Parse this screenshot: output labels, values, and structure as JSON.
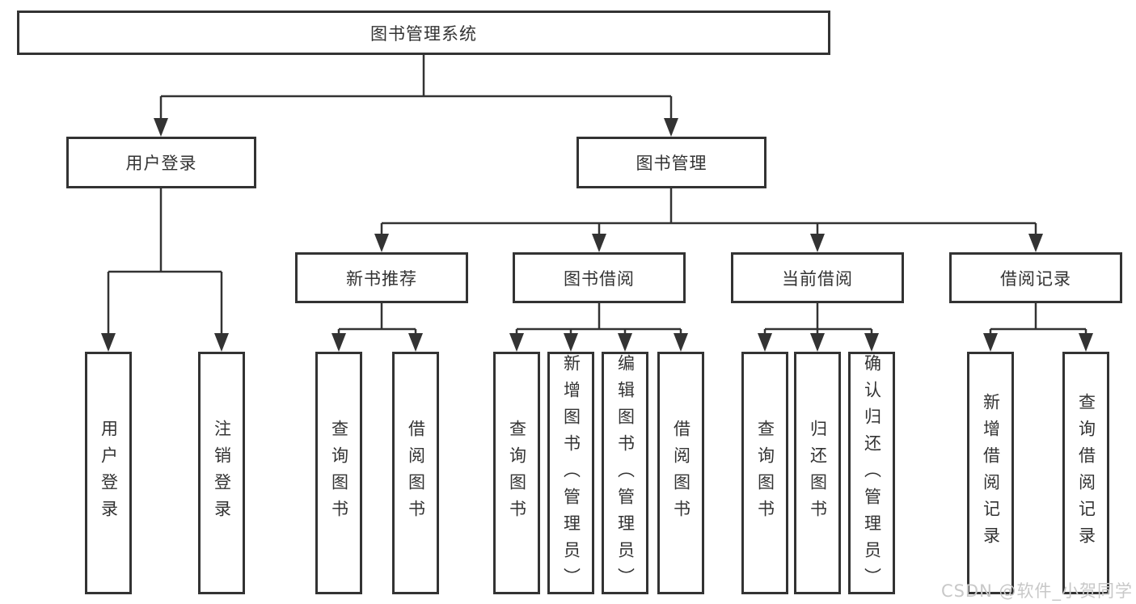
{
  "diagram": {
    "title": "图书管理系统",
    "nodes": {
      "root": "图书管理系统",
      "level2": [
        "用户登录",
        "图书管理"
      ],
      "level3": [
        "新书推荐",
        "图书借阅",
        "当前借阅",
        "借阅记录"
      ],
      "leaves_user": [
        "用户登录",
        "注销登录"
      ],
      "leaves_newbook": [
        "查询图书",
        "借阅图书"
      ],
      "leaves_borrow": [
        "查询图书",
        "新增图书（管理员）",
        "编辑图书（管理员）",
        "借阅图书"
      ],
      "leaves_current": [
        "查询图书",
        "归还图书",
        "确认归还（管理员）"
      ],
      "leaves_records": [
        "新增借阅记录",
        "查询借阅记录"
      ]
    },
    "colors": {
      "line": "#333333",
      "box_border": "#333333",
      "text": "#333333",
      "background": "#ffffff",
      "watermark": "#c8c8c8"
    }
  },
  "watermark": "CSDN @软件_小贺同学"
}
